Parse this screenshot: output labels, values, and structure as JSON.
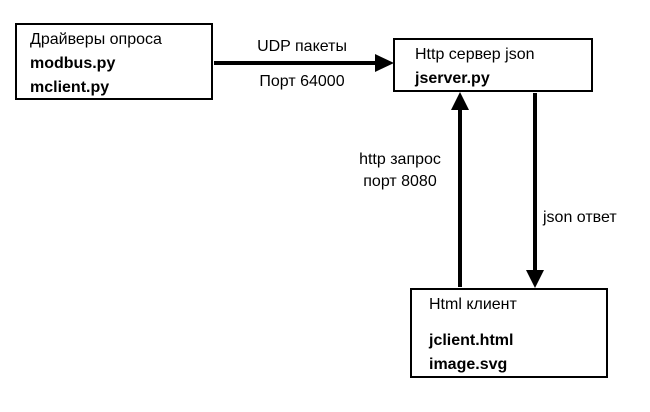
{
  "boxes": {
    "drivers": {
      "title": "Драйверы опроса",
      "files": [
        "modbus.py",
        "mclient.py"
      ]
    },
    "server": {
      "title": "Http сервер json",
      "files": [
        "jserver.py"
      ]
    },
    "client": {
      "title": "Html клиент",
      "files": [
        "jclient.html",
        "image.svg"
      ]
    }
  },
  "labels": {
    "udp_packets": "UDP пакеты",
    "udp_port": "Порт 64000",
    "http_request": "http запрос",
    "http_port": "порт 8080",
    "json_response": "json ответ"
  },
  "colors": {
    "background": "#ffffff",
    "line": "#000000",
    "text": "#000000"
  }
}
